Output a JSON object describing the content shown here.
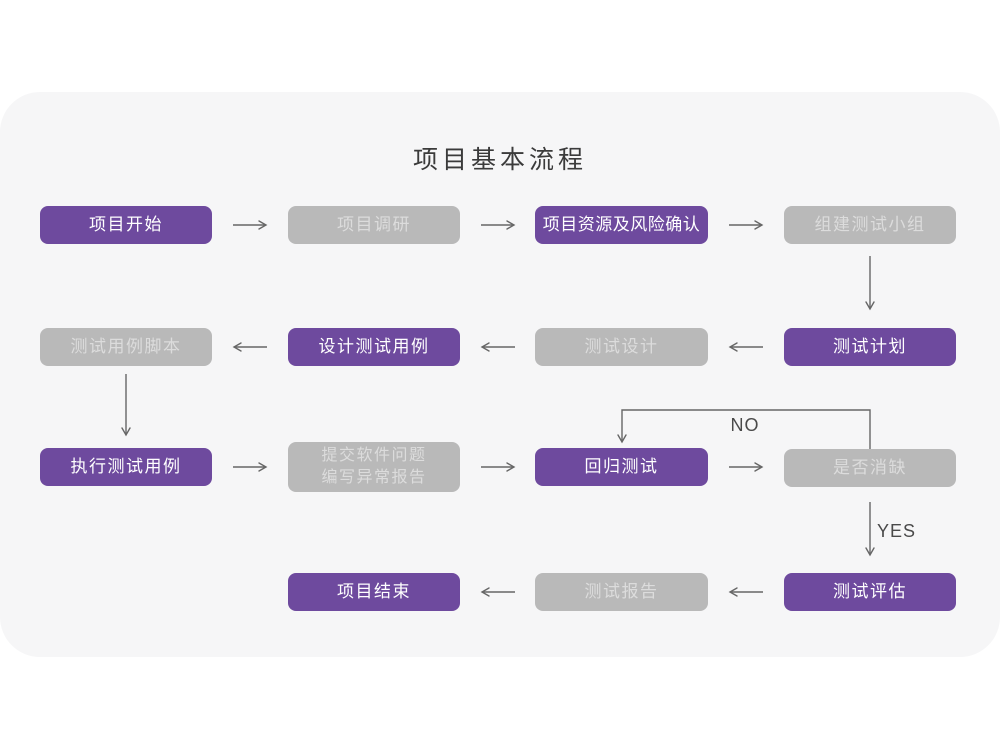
{
  "title": "项目基本流程",
  "edge_labels": {
    "no": "NO",
    "yes": "YES"
  },
  "colors": {
    "accent_purple": "#6e4a9e",
    "node_purple_text": "#ffffff",
    "node_gray": "#b9b9b9",
    "node_gray_text": "#dcdcdc",
    "card_bg": "#f6f6f7",
    "page_bg": "#ffffff",
    "line": "#666666",
    "title_text": "#3b3b3b",
    "label_text": "#4a4a4a"
  },
  "nodes": {
    "start": {
      "label": "项目开始",
      "style": "purple"
    },
    "research": {
      "label": "项目调研",
      "style": "gray"
    },
    "risk": {
      "label": "项目资源及风险确认",
      "style": "purple"
    },
    "team": {
      "label": "组建测试小组",
      "style": "gray"
    },
    "plan": {
      "label": "测试计划",
      "style": "purple"
    },
    "design": {
      "label": "测试设计",
      "style": "gray"
    },
    "cases": {
      "label": "设计测试用例",
      "style": "purple"
    },
    "script": {
      "label": "测试用例脚本",
      "style": "gray"
    },
    "execute": {
      "label": "执行测试用例",
      "style": "purple"
    },
    "issues": {
      "label": "提交软件问题\n编写异常报告",
      "style": "gray"
    },
    "regression": {
      "label": "回归测试",
      "style": "purple"
    },
    "defect_check": {
      "label": "是否消缺",
      "style": "gray"
    },
    "evaluate": {
      "label": "测试评估",
      "style": "purple"
    },
    "report": {
      "label": "测试报告",
      "style": "gray"
    },
    "end": {
      "label": "项目结束",
      "style": "purple"
    }
  }
}
